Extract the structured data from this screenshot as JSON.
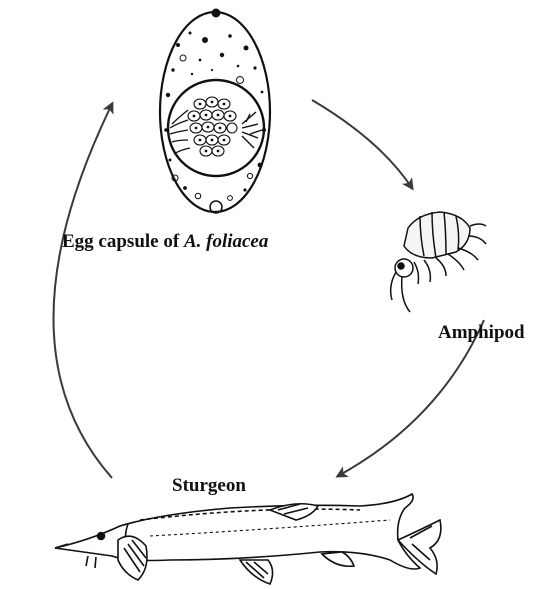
{
  "diagram": {
    "stages": {
      "egg": {
        "label_prefix": "Egg capsule of",
        "label_species": "A. foliacea"
      },
      "amphipod": {
        "label": "Amphipod"
      },
      "sturgeon": {
        "label": "Sturgeon"
      }
    },
    "cycle_order": [
      "Egg capsule of A. foliacea",
      "Amphipod",
      "Sturgeon"
    ],
    "colors": {
      "ink": "#111111",
      "arrow": "#3a3a3a",
      "background": "#ffffff"
    }
  }
}
